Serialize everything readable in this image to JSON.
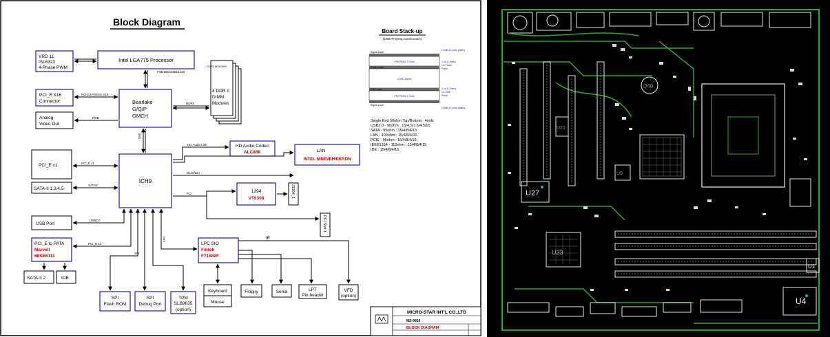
{
  "colors": {
    "box_blue": "#1a1aa8",
    "box_black": "#000000",
    "red_text": "#d40000",
    "pcb_bg": "#000000",
    "pcb_trace": "#2fa52f",
    "pcb_silk": "#e8e8e8",
    "pcb_accent": "#00b4c8"
  },
  "diagram": {
    "title": "Block Diagram",
    "blocks": {
      "vrd": {
        "line1": "VRD 11",
        "line2": "ISL6322",
        "line3": "4-Phase PWM"
      },
      "cpu": {
        "label": "Intel LGA775 Processor"
      },
      "fsb": {
        "label": "FSB 800/1066/1333"
      },
      "pcie_x16": {
        "line1": "PCI_E X16",
        "line2": "Connector"
      },
      "analog": {
        "line1": "Analog",
        "line2": "Video Out"
      },
      "gmch": {
        "line1": "Bearlake",
        "line2": "G/Q/P",
        "line3": "GMCH"
      },
      "ddr": {
        "label_top": "DDR2 800/1066",
        "line1": "4 DDR II",
        "line2": "DIMM",
        "line3": "Modules"
      },
      "pcie_x1": {
        "label": "PCI_E x1"
      },
      "sata": {
        "label": "SATA-II 1,3,4,5"
      },
      "ich9": {
        "label": "ICH9"
      },
      "usb": {
        "label": "USB Port"
      },
      "pata": {
        "line1": "PCI_E to PATA",
        "line2": "Marvell",
        "line3": "88SE6111"
      },
      "sata2": {
        "label": "SATA-II 2"
      },
      "ide": {
        "label": "IDE"
      },
      "codec": {
        "line1": "HD Audio Codec",
        "line2": "ALC888"
      },
      "lan": {
        "line1": "LAN",
        "line2": "INTEL NINEVEH/EKRON"
      },
      "p1394": {
        "line1": "1394",
        "line2": "VT6308"
      },
      "j1394": {
        "label": "J1394_1"
      },
      "pci_slot": {
        "label": "PCI Slot 1"
      },
      "lpc": {
        "line1": "LPC SIO",
        "line2": "Fintek",
        "line3": "F71882F"
      },
      "spi_flash": {
        "line1": "SPI",
        "line2": "Flash ROM"
      },
      "spi_debug": {
        "line1": "SPI",
        "line2": "Debug Port"
      },
      "tpm": {
        "line1": "TPM",
        "line2": "SLB9635",
        "line3": "(option)"
      },
      "keyboard": {
        "label": "Keyboard"
      },
      "mouse": {
        "label": "Mouse"
      },
      "floppy": {
        "label": "Floppy"
      },
      "serial": {
        "label": "Serial"
      },
      "lpt": {
        "line1": "LPT",
        "line2": "Pin header"
      },
      "vfd": {
        "line1": "VFD",
        "line2": "(option)"
      }
    },
    "links": {
      "pcie_x16": "PCI EXPRESS X16",
      "rgb": "RGB",
      "ddrii": "DDRII",
      "dmi": "DMI",
      "hd_audio": "HD Audio Link",
      "glci": "GLCI/LCI",
      "pcie_x1": "PCI_E x1",
      "sata2": "SATA2",
      "pci": "PCI",
      "usb2": "USB2.0",
      "pata_pcie": "PCI_E x1",
      "spi": "SPI",
      "lpc": "LPC",
      "ir": "IR"
    },
    "stackup": {
      "title": "Board Stack-up",
      "subtitle": "(1080 Prepreg Construction)",
      "signal_top": "Signal Layer",
      "power": "Power Layer",
      "gnd": "GND Layer",
      "signal_bottom": "Signal Layer",
      "plating_top": "1.4mils Cu plus plating",
      "prepreg1": "PREPREG 3.7mils",
      "core": "CORE 50mils",
      "prepreg2": "PREPREG 3.7mils",
      "plating_bottom": "1.4mils Cu plus plating",
      "power_note1": "1 oz.(1.2mils)",
      "power_note2": "Cu Power",
      "power_note3": "Plane",
      "gnd_note1": "1 oz.(1.2mils)",
      "gnd_note2": "Cu GND",
      "gnd_note3": "Plane"
    },
    "impedance": [
      "Single End 50ohm Top/Bottom : 4mils",
      "USB2.0 - 90ohm : 15/4.5/7.5/4.5/15",
      "SATA - 95ohm : 15/4/8/4/15",
      "LAN - 100ohm : 15/4/8/4/15",
      "PCIE - 95ohm : 15/4/8/4/15",
      "IEEE1394 - 110ohm : 15/4/8/4/15",
      "IDE : 15/4/8/4/15"
    ],
    "titleblock": {
      "company": "MICRO-STAR INT'L CO.,LTD",
      "model": "MS-9819",
      "sheet": "BLOCK DIAGRAM"
    }
  },
  "pcb": {
    "labels": {
      "u27": "U27",
      "u4": "U4",
      "u1": "U1",
      "q40": "Q40",
      "u33": "U33",
      "u21": "U21",
      "u9": "U9"
    }
  }
}
